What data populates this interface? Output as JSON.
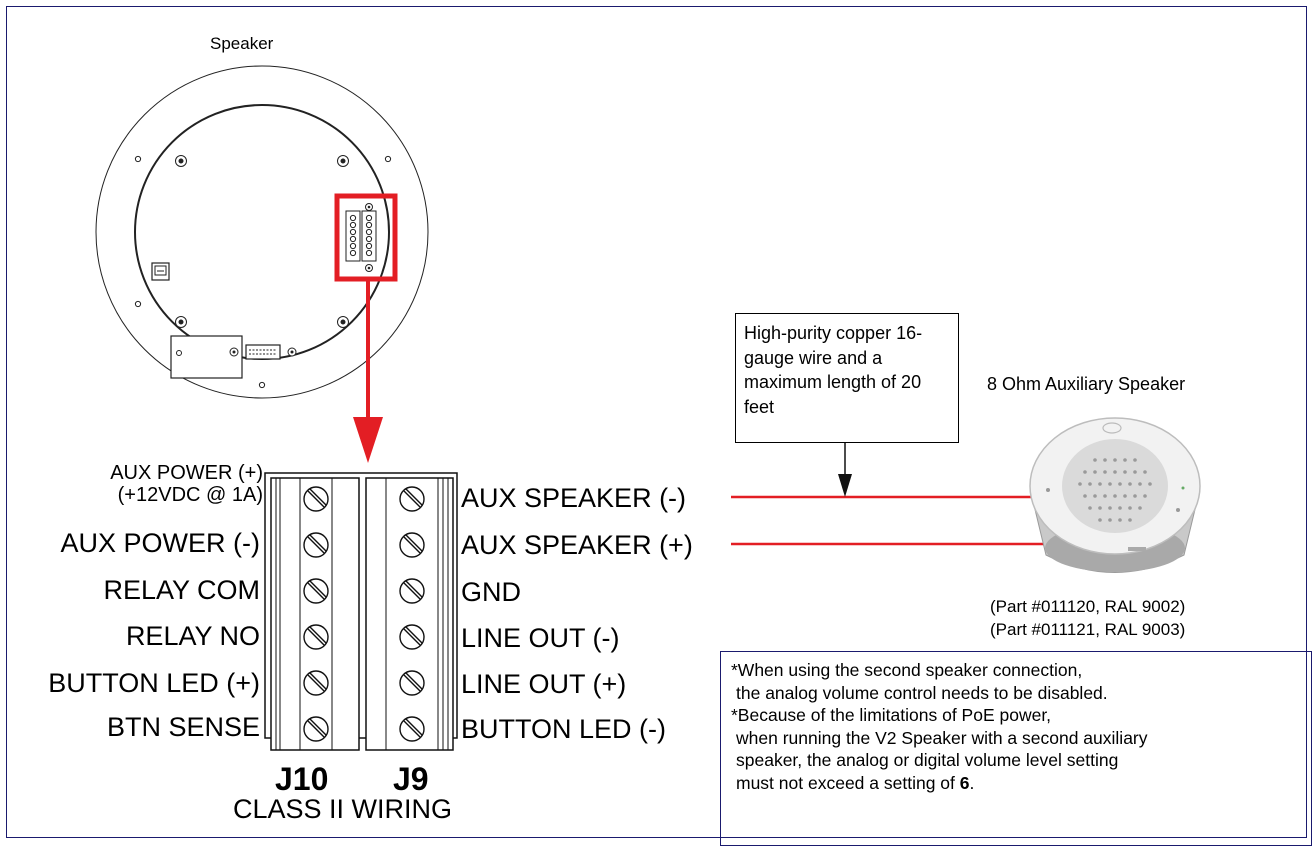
{
  "speaker_title": "Speaker",
  "terminals": {
    "j10_label": "J10",
    "j9_label": "J9",
    "class_label": "CLASS II WIRING",
    "j10": [
      "AUX POWER (+)\n(+12VDC @ 1A)",
      "AUX POWER (-)",
      "RELAY COM",
      "RELAY NO",
      "BUTTON LED (+)",
      "BTN SENSE"
    ],
    "j9": [
      "AUX SPEAKER (-)",
      "AUX SPEAKER (+)",
      "GND",
      "LINE OUT (-)",
      "LINE OUT (+)",
      "BUTTON LED (-)"
    ]
  },
  "wire_note": "High-purity copper 16-gauge wire and a maximum length of 20 feet",
  "aux_speaker": {
    "title": "8 Ohm Auxiliary Speaker",
    "part1": "(Part #011120, RAL 9002)",
    "part2": "(Part #011121, RAL 9003)"
  },
  "notes": {
    "line1": "*When using the second speaker connection,",
    "line2": "the analog volume control needs to be disabled.",
    "line3": "*Because of the limitations of PoE power,",
    "line4": "when running the V2 Speaker with a second auxiliary",
    "line5": "speaker, the analog or digital volume level setting",
    "line6_pre": "must not exceed a setting of ",
    "line6_bold": "6",
    "line6_post": "."
  },
  "colors": {
    "accent_red": "#e31e24",
    "frame_blue": "#1a1a6e"
  }
}
